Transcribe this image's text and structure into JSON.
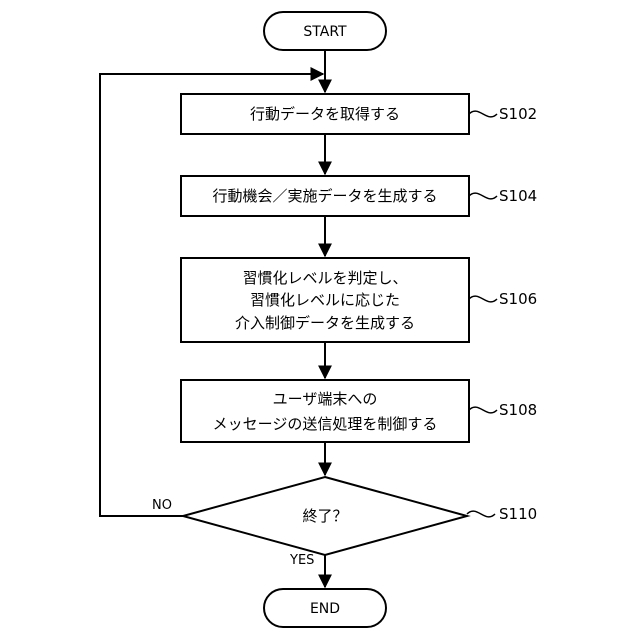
{
  "terminals": {
    "start": "START",
    "end": "END"
  },
  "processes": [
    {
      "id": "S102",
      "lines": [
        "行動データを取得する"
      ]
    },
    {
      "id": "S104",
      "lines": [
        "行動機会／実施データを生成する"
      ]
    },
    {
      "id": "S106",
      "lines": [
        "習慣化レベルを判定し、",
        "習慣化レベルに応じた",
        "介入制御データを生成する"
      ]
    },
    {
      "id": "S108",
      "lines": [
        "ユーザ端末への",
        "メッセージの送信処理を制御する"
      ]
    }
  ],
  "decision": {
    "id": "S110",
    "label": "終了？",
    "yes_label": "YES",
    "no_label": "NO"
  }
}
